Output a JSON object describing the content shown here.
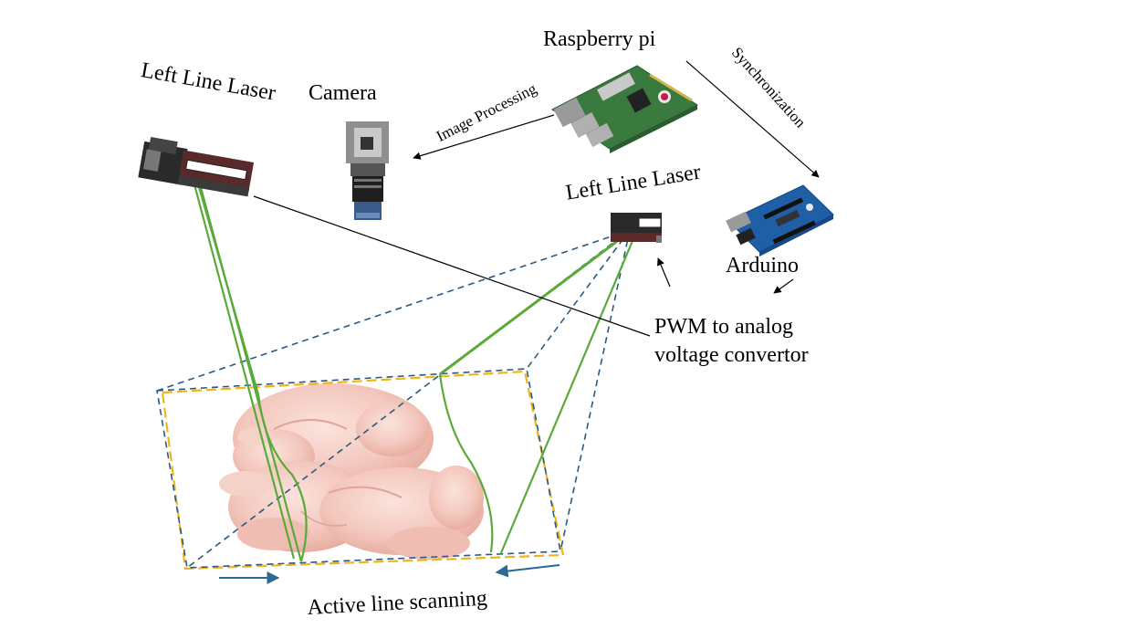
{
  "labels": {
    "left_laser": "Left Line Laser",
    "camera": "Camera",
    "raspberry": "Raspberry pi",
    "image_processing": "Image Processing",
    "synchronization": "Synchronization",
    "right_laser": "Left Line Laser",
    "arduino": "Arduino",
    "pwm_line1": "PWM to analog",
    "pwm_line2": "voltage convertor",
    "scanning": "Active line scanning"
  },
  "colors": {
    "laser_beam": "#5aaa3a",
    "frame_dash_blue": "#2a5a84",
    "frame_dash_orange": "#f0b418",
    "arrow_blue": "#2a6a94",
    "arrow_black": "#000000",
    "pcb_green": "#3b7a3e",
    "arduino_blue": "#1f5fa6",
    "chicken_skin": "#f3c7bd"
  },
  "icons": [
    "laser-module-icon",
    "camera-icon",
    "raspberry-pi-board-icon",
    "arduino-board-icon",
    "chicken-carcass-image"
  ]
}
